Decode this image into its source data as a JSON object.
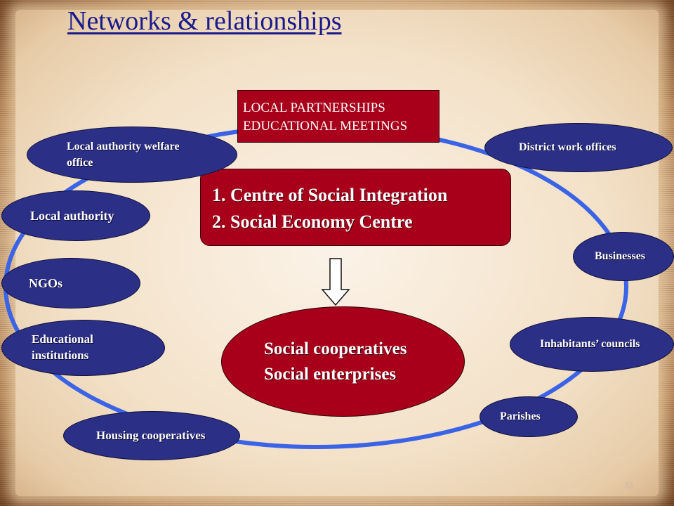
{
  "slide": {
    "title": "Networks & relationships",
    "page_number": "33"
  },
  "partnerships": {
    "line1": "LOCAL PARTNERSHIPS",
    "line2": "EDUCATIONAL MEETINGS"
  },
  "centre": {
    "line1": "1. Centre of Social Integration",
    "line2": "2. Social Economy Centre"
  },
  "cooperatives": {
    "line1": "Social cooperatives",
    "line2": "Social enterprises"
  },
  "nodes": {
    "welfare_office": {
      "line1": "Local authority welfare",
      "line2": "office"
    },
    "local_authority": "Local authority",
    "ngos": "NGOs",
    "educational": {
      "line1": "Educational",
      "line2": "institutions"
    },
    "housing": "Housing cooperatives",
    "district_work": "District work offices",
    "businesses": "Businesses",
    "inhabitants": "Inhabitants’ councils",
    "parishes": "Parishes"
  },
  "colors": {
    "node_blue": "#2b2f86",
    "accent_red": "#a8001a",
    "ring_blue": "#3a63e6",
    "title_blue": "#1a1a8c"
  }
}
